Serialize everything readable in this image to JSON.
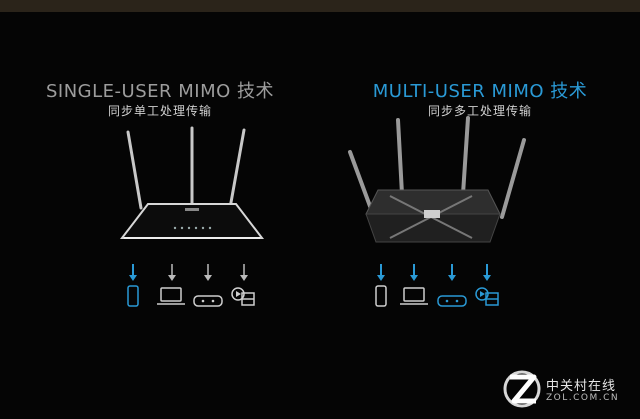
{
  "left_panel": {
    "title": "SINGLE-USER MIMO 技术",
    "subtitle": "同步单工处理传输",
    "accent": "#9d9d9d",
    "devices": [
      "smartphone-icon",
      "laptop-icon",
      "gamepad-icon",
      "video-icon"
    ]
  },
  "right_panel": {
    "title": "MULTI-USER MIMO 技术",
    "subtitle": "同步多工处理传输",
    "accent": "#2a9ad6",
    "devices": [
      "smartphone-icon",
      "laptop-icon",
      "gamepad-icon",
      "video-icon"
    ]
  },
  "watermark": {
    "name": "中关村在线",
    "domain": "ZOL.COM.CN"
  }
}
